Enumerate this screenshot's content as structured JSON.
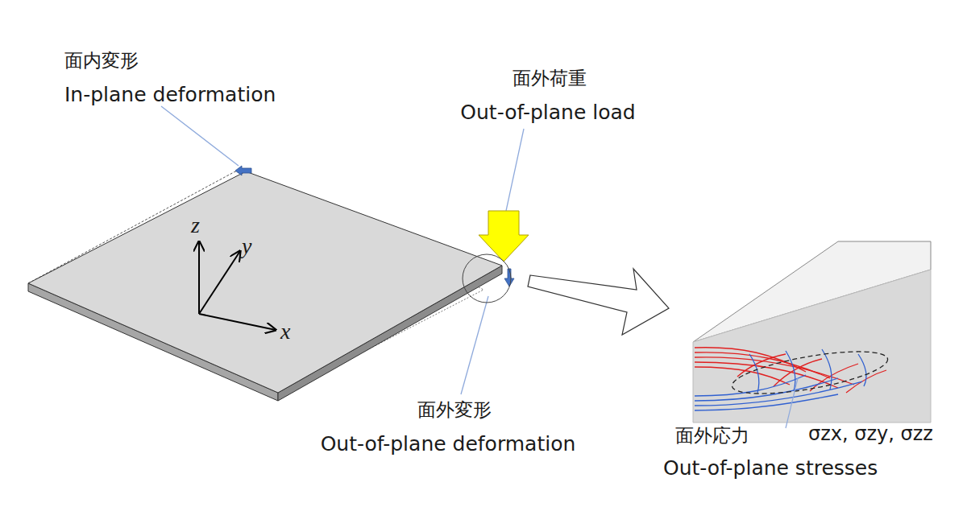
{
  "diagram": {
    "labels": [
      "面内変形",
      "In-plane deformation",
      "面外荷重",
      "Out-of-plane load",
      "z",
      "y",
      "x",
      "面外変形",
      "Out-of-plane deformation",
      "面外応力",
      "σzx, σzy, σzz",
      "Out-of-plane stresses"
    ]
  }
}
